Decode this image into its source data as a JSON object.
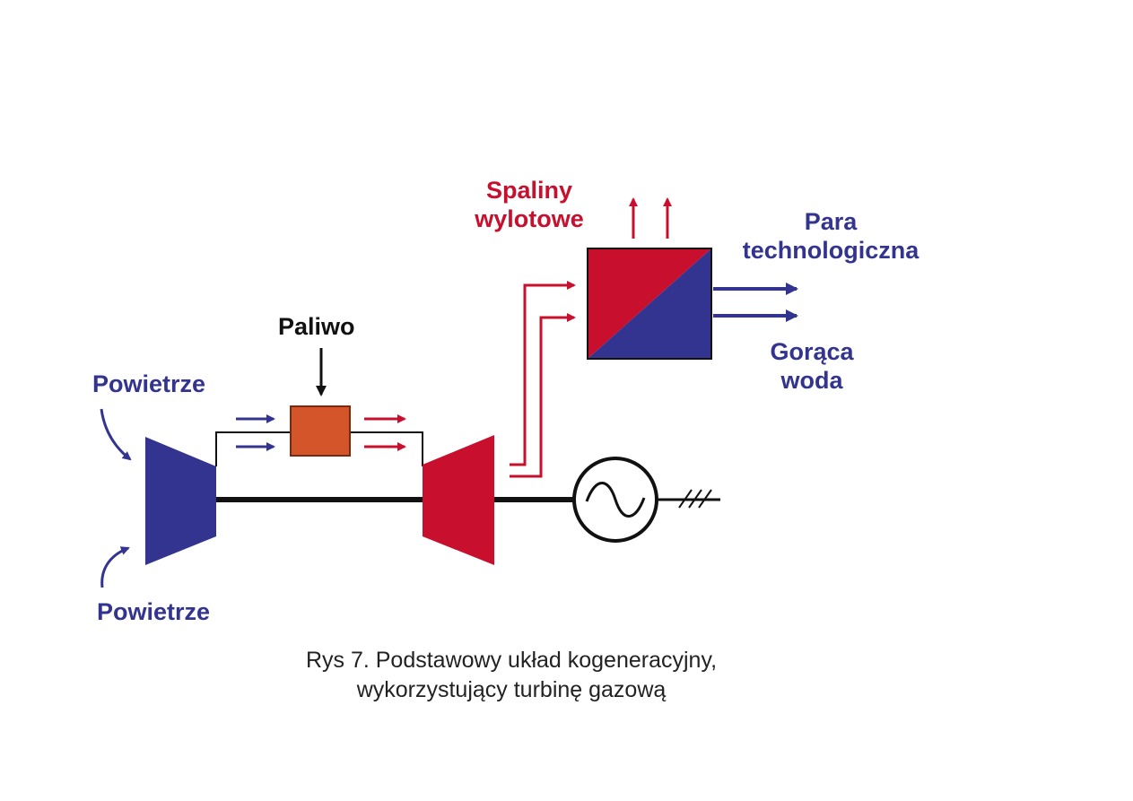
{
  "colors": {
    "blue": "#33348f",
    "red": "#c8102e",
    "orange": "#d5552a",
    "black": "#111111"
  },
  "labels": {
    "air_top": "Powietrze",
    "air_bottom": "Powietrze",
    "fuel": "Paliwo",
    "exhaust_line1": "Spaliny",
    "exhaust_line2": "wylotowe",
    "steam_line1": "Para",
    "steam_line2": "technologiczna",
    "hot_water_line1": "Gorąca",
    "hot_water_line2": "woda"
  },
  "caption": {
    "line1": "Rys 7. Podstawowy układ kogeneracyjny,",
    "line2": "wykorzystujący turbinę gazową"
  },
  "icons": [
    "compressor-icon",
    "combustion-chamber-icon",
    "turbine-icon",
    "heat-exchanger-icon",
    "generator-icon",
    "ground-icon"
  ]
}
